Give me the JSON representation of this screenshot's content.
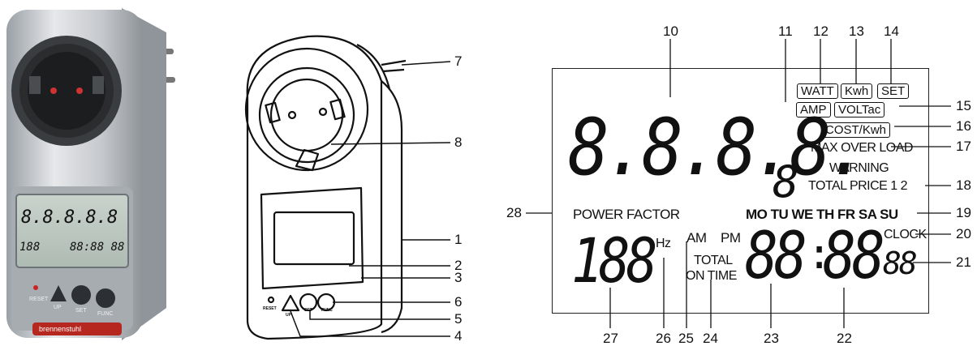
{
  "left_device": {
    "brand": "brennenstuhl",
    "mini_lcd": {
      "main": "8.8.8.8.8",
      "bottom_left": "188",
      "bottom_right": "88:88 88"
    },
    "buttons": [
      "RESET",
      "UP",
      "SET",
      "FUNC"
    ]
  },
  "drawing_callouts": [
    "7",
    "8",
    "1",
    "2",
    "3",
    "6",
    "5",
    "4"
  ],
  "drawing_button_labels": [
    "RESET",
    "UP",
    "SET",
    "FUNC"
  ],
  "lcd": {
    "main_digits": "8.8.8.8.",
    "small_digit": "8",
    "labels": {
      "watt": "WATT",
      "kwh": "Kwh",
      "set": "SET",
      "amp": "AMP",
      "voltac": "VOLTac",
      "cost_kwh": "COST/Kwh",
      "max_overload": "MAX OVER LOAD",
      "warning": "WARNING",
      "total_price": "TOTAL PRICE 1 2",
      "power_factor": "POWER FACTOR",
      "days": "MO TU WE TH FR SA SU",
      "clock": "CLOCK",
      "hz": "Hz",
      "am": "AM",
      "pm": "PM",
      "total": "TOTAL",
      "on_time": "ON TIME"
    },
    "digits_188": "188",
    "clock_hours": "88",
    "clock_colon": ":",
    "clock_minutes": "88",
    "seconds": "88",
    "callouts": [
      "10",
      "11",
      "12",
      "13",
      "14",
      "15",
      "16",
      "17",
      "18",
      "19",
      "20",
      "21",
      "28",
      "27",
      "26",
      "25",
      "24",
      "23",
      "22"
    ]
  }
}
